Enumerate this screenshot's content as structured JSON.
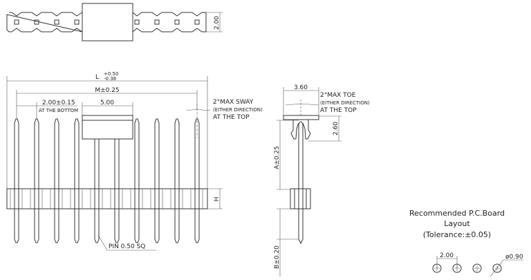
{
  "top_view": {
    "width_dim": "2.00"
  },
  "front_view": {
    "length_dim": "L",
    "length_tol_plus": "+0.50",
    "length_tol_minus": "-0.38",
    "m_dim": "M±0.25",
    "pitch_dim": "2.00±0.15",
    "pitch_note": "AT THE BOTTOM",
    "box_dim": "5.00",
    "sway_note": [
      "2°MAX SWAY",
      "(EITHER DIRECTION)",
      "AT THE TOP"
    ],
    "height_dim": "H",
    "pin_note": "PIN 0.50 SQ"
  },
  "side_view": {
    "width_dim": "3.60",
    "toe_note": [
      "2°MAX TOE",
      "(EITHER DIRECTION)",
      "AT THE TOP"
    ],
    "top_dim": "2.60",
    "a_dim": "A±0.25",
    "b_dim": "B±0.20"
  },
  "pcb_layout": {
    "title": [
      "Recommended P.C.Board",
      "Layout",
      "(Tolerance:±0.05)"
    ],
    "pitch_dim": "2.00",
    "hole_dim": "ø0.90"
  }
}
